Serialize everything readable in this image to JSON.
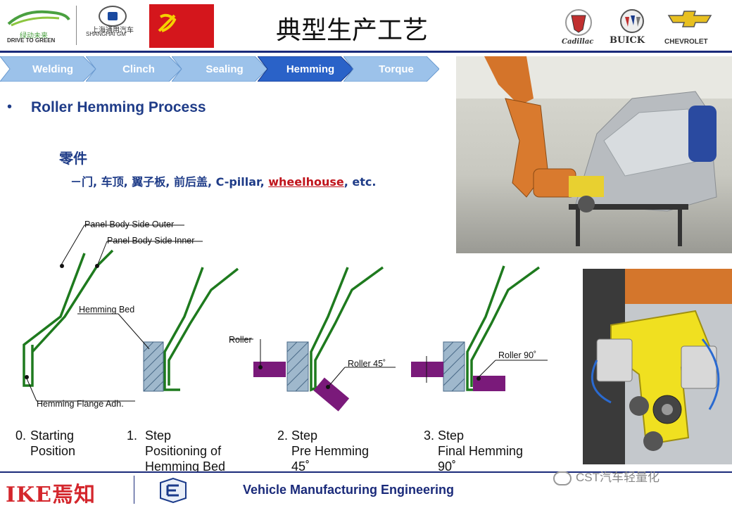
{
  "header": {
    "title": "典型生产工艺",
    "left_logo_tagline": "DRIVE TO GREEN",
    "left_logo_cn": "绿动未来",
    "gm_cn": "上海通用汽车",
    "gm_en": "SHANGHAI GM",
    "brands": [
      "Cadillac",
      "BUICK",
      "CHEVROLET"
    ]
  },
  "process_nav": {
    "tabs": [
      "Welding",
      "Clinch",
      "Sealing",
      "Hemming",
      "Torque"
    ],
    "active": "Hemming"
  },
  "content": {
    "bullet": "•",
    "heading": "Roller Hemming Process",
    "parts_label": "零件",
    "parts_text": "－门, 车顶, 翼子板, 前后盖, C-pillar, ",
    "parts_highlight": "wheelhouse",
    "parts_tail": ", etc."
  },
  "diagram": {
    "labels": {
      "panel_outer": "Panel Body Side Outer",
      "panel_inner": "Panel Body Side Inner",
      "hemming_bed": "Hemming Bed",
      "hemming_flange": "Hemming Flange Adh.",
      "roller": "Roller",
      "roller_45": "Roller 45˚",
      "roller_90": "Roller 90˚"
    },
    "steps": [
      {
        "number": "0.",
        "text": "Starting\nPosition"
      },
      {
        "number": "1.",
        "text": "Step\nPositioning of\nHemming Bed"
      },
      {
        "number": "2.",
        "text": "Step\nPre Hemming\n45˚"
      },
      {
        "number": "3.",
        "text": "Step\nFinal Hemming\n90˚"
      }
    ],
    "colors": {
      "panel": "#1e7a1e",
      "roller": "#7a1a7a",
      "bed": "#7a9ab0"
    }
  },
  "footer": {
    "company": "IKE焉知",
    "title": "Vehicle Manufacturing Engineering",
    "watermark": "CST汽车轻量化"
  },
  "colors": {
    "accent": "#1f3c88",
    "chevron_inactive": "#8fb8e6",
    "chevron_active": "#1f5bc8"
  }
}
